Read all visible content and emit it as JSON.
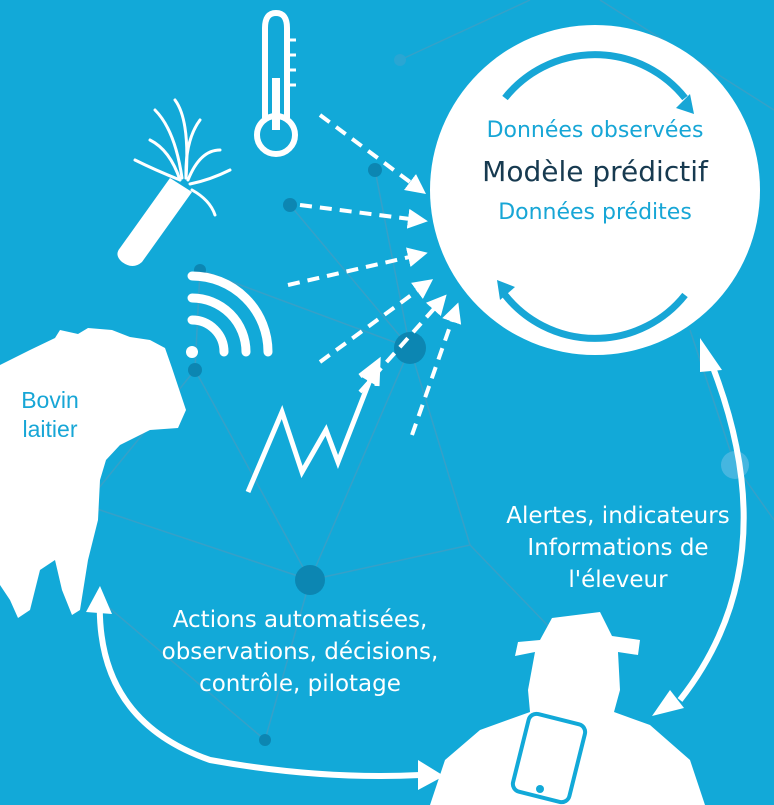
{
  "circle": {
    "observed": "Données observées",
    "model": "Modèle prédictif",
    "predicted": "Données prédites"
  },
  "cow_label": [
    "Bovin",
    "laitier"
  ],
  "alerts": [
    "Alertes, indicateurs",
    "Informations de",
    "l'éleveur"
  ],
  "actions": [
    "Actions automatisées,",
    "observations, décisions,",
    "contrôle, pilotage"
  ],
  "colors": {
    "background": "#12a9d8",
    "foreground": "#ffffff",
    "network_node": "#0c86b2",
    "model_text": "#173a50"
  },
  "icons": [
    "thermometer-icon",
    "milk-brush-icon",
    "wifi-signal-icon",
    "trend-zigzag-icon",
    "cow-silhouette",
    "farmer-silhouette",
    "smartphone-icon"
  ]
}
